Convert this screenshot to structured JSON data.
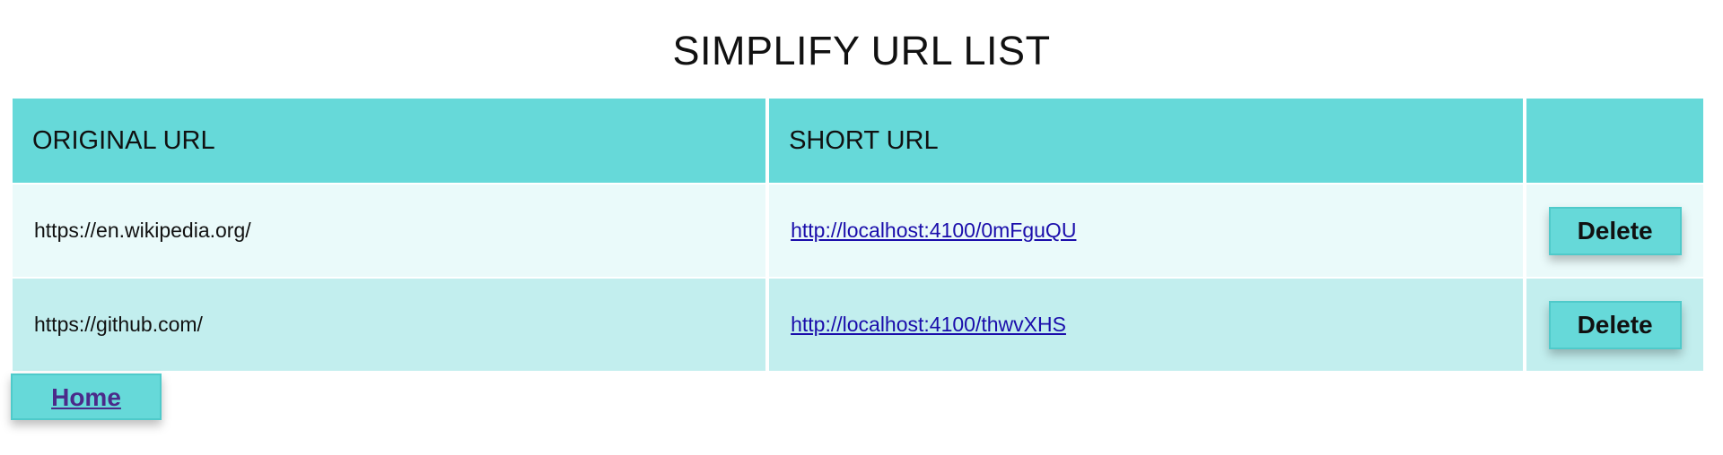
{
  "page": {
    "title": "SIMPLIFY URL LIST"
  },
  "table": {
    "headers": {
      "original": "ORIGINAL URL",
      "short": "SHORT URL",
      "action": ""
    },
    "rows": [
      {
        "original": "https://en.wikipedia.org/",
        "short": "http://localhost:4100/0mFguQU",
        "delete_label": "Delete"
      },
      {
        "original": "https://github.com/",
        "short": "http://localhost:4100/thwvXHS",
        "delete_label": "Delete"
      }
    ]
  },
  "nav": {
    "home_label": "Home"
  },
  "colors": {
    "accent": "#66d9d9",
    "row_light": "#eafafa",
    "row_dark": "#c2eeee",
    "link": "#1a0dab",
    "home_link": "#4b2a8a"
  }
}
